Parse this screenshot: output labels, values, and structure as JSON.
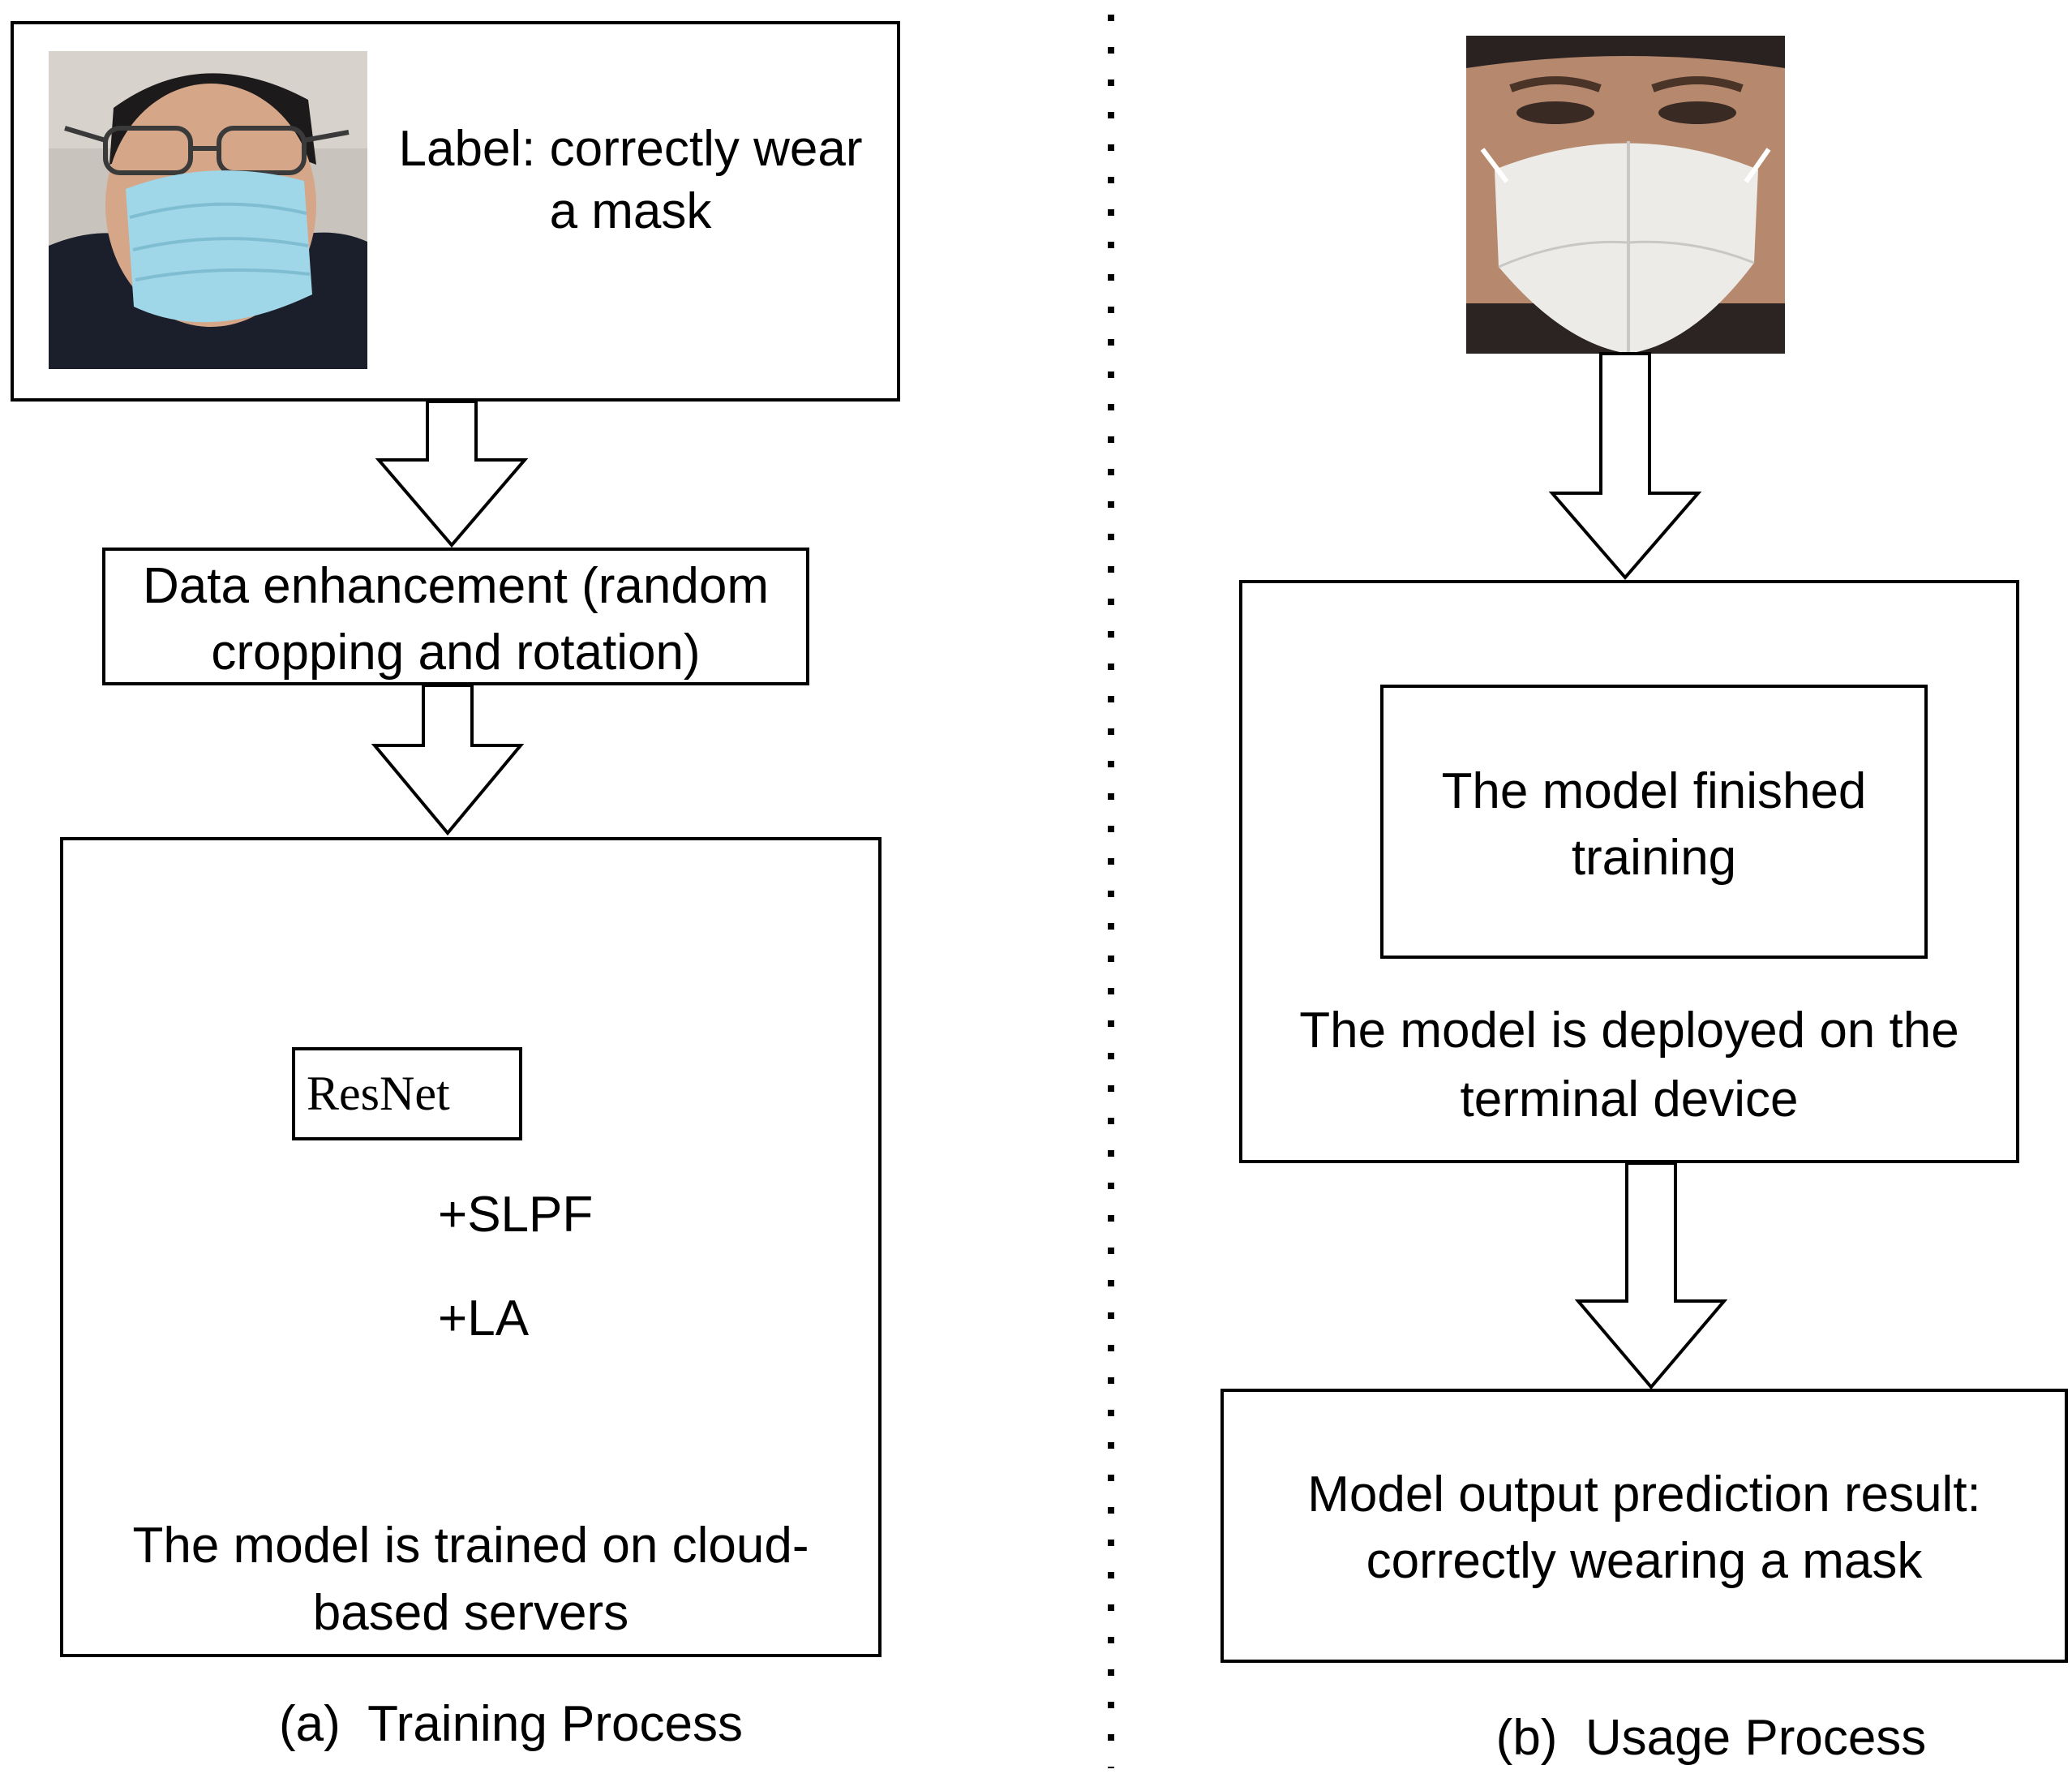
{
  "training": {
    "label_line1": "Label: correctly wear",
    "label_line2": "a mask",
    "enhance_line1": "Data enhancement (random",
    "enhance_line2": "cropping and rotation)",
    "resnet": "ResNet",
    "slpf": "+SLPF",
    "la": "+LA",
    "cloud_line1": "The model is trained on cloud-",
    "cloud_line2": "based servers",
    "caption": "(a)  Training Process"
  },
  "usage": {
    "finished_line1": "The model finished",
    "finished_line2": "training",
    "deployed_line1": "The model is deployed on the",
    "deployed_line2": "terminal device",
    "output_line1": "Model output prediction result:",
    "output_line2": "correctly wearing a mask",
    "caption": "(b)  Usage Process"
  },
  "colors": {
    "stroke": "#000000",
    "background": "#ffffff",
    "mask_surgical": "#9fd6e8",
    "mask_kn95": "#ecebe8"
  }
}
